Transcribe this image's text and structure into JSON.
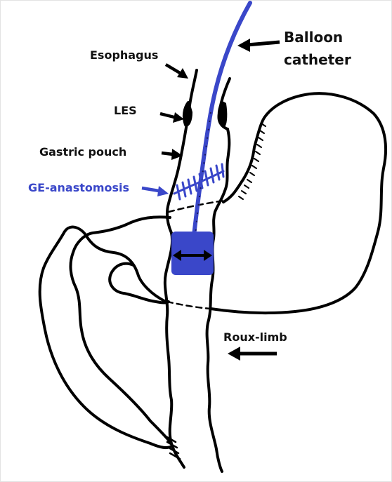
{
  "labels": {
    "balloon_line1": "Balloon",
    "balloon_line2": "catheter",
    "esophagus": "Esophagus",
    "les": "LES",
    "gastric_pouch": "Gastric pouch",
    "ge_anastomosis": "GE-anastomosis",
    "roux_limb": "Roux-limb"
  },
  "colors": {
    "outline": "#000000",
    "catheter": "#3a47c9",
    "background": "#ffffff"
  }
}
